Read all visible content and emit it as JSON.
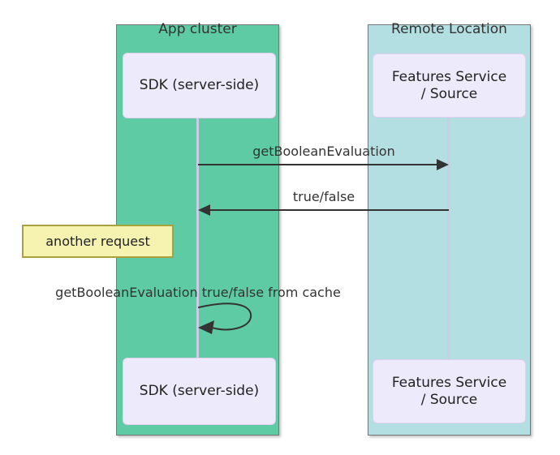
{
  "regions": {
    "app_cluster": {
      "title": "App cluster",
      "fill": "#5FCBA4"
    },
    "remote_location": {
      "title": "Remote Location",
      "fill": "#B3DFE3"
    }
  },
  "participants": {
    "sdk_top": {
      "label": "SDK (server-side)"
    },
    "features_top": {
      "line1": "Features Service",
      "line2": "/ Source"
    },
    "sdk_bottom": {
      "label": "SDK (server-side)"
    },
    "features_bottom": {
      "line1": "Features Service",
      "line2": "/ Source"
    }
  },
  "messages": {
    "request": {
      "label": "getBooleanEvaluation",
      "direction": "left-to-right"
    },
    "response": {
      "label": "true/false",
      "direction": "right-to-left"
    },
    "cache": {
      "label": "getBooleanEvaluation true/false from cache",
      "direction": "self-loop"
    }
  },
  "note": {
    "label": "another request"
  },
  "colors": {
    "app_cluster_fill": "#5FCBA4",
    "remote_location_fill": "#B3DFE3",
    "participant_fill": "#ECEAFB",
    "participant_border": "#E0CFEE",
    "note_fill": "#F6F2AF",
    "note_border": "#A8A13C",
    "lifeline": "#CCCCE6",
    "arrow": "#333333",
    "text": "#333333"
  }
}
